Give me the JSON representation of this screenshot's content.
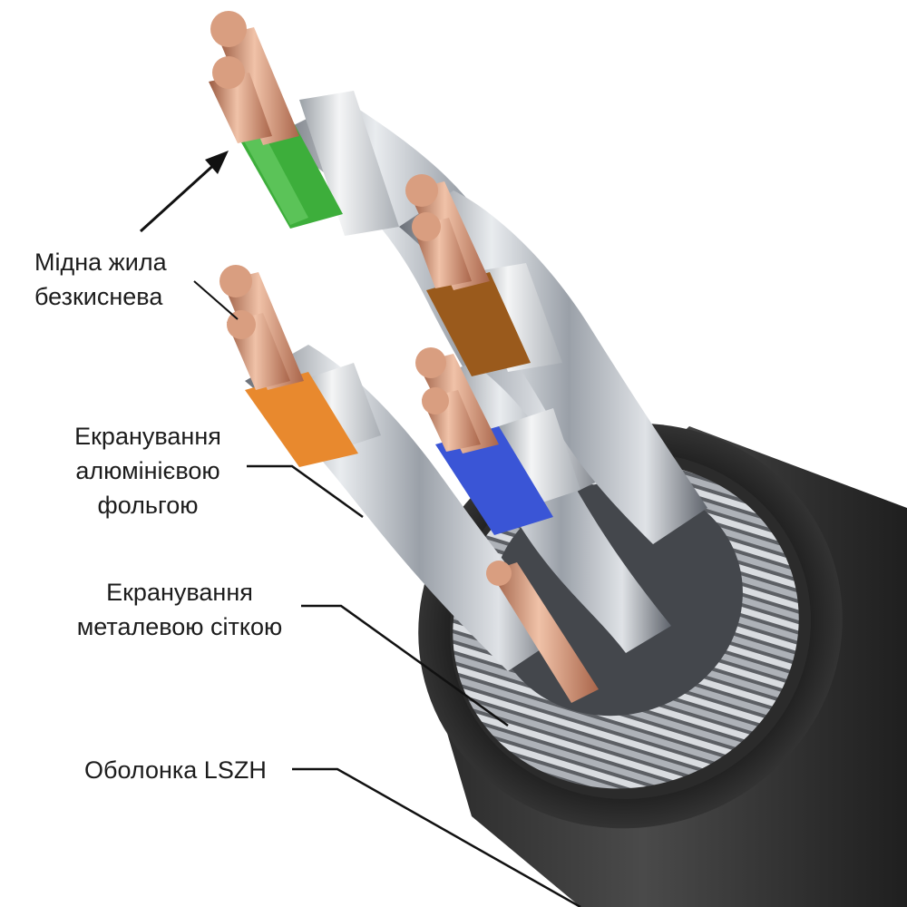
{
  "annotations": {
    "copper_core": {
      "lines": [
        "Мідна жила",
        "безкиснева"
      ]
    },
    "foil_shielding": {
      "lines": [
        "Екранування",
        "алюмінієвою",
        "фольгою"
      ]
    },
    "mesh_shielding": {
      "lines": [
        "Екранування",
        "металевою сіткою"
      ]
    },
    "jacket": {
      "lines": [
        "Оболонка LSZH"
      ]
    }
  },
  "colors": {
    "pair_green": "#3dae3b",
    "pair_brown": "#9a5a1c",
    "pair_orange": "#e8892e",
    "pair_blue": "#3a55d6",
    "copper": "#c98a6a",
    "jacket": "#3b3b3b",
    "foil": "#b8bcc2"
  }
}
